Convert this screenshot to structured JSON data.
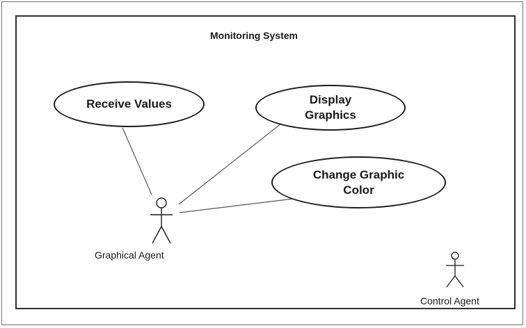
{
  "system": {
    "title": "Monitoring System"
  },
  "use_cases": {
    "receive_values": "Receive Values",
    "display_graphics": "Display\nGraphics",
    "change_graphic_color": "Change Graphic\nColor"
  },
  "actors": {
    "graphical_agent": "Graphical Agent",
    "control_agent": "Control Agent"
  },
  "colors": {
    "line": "#1c1c1c",
    "association": "#555555"
  }
}
